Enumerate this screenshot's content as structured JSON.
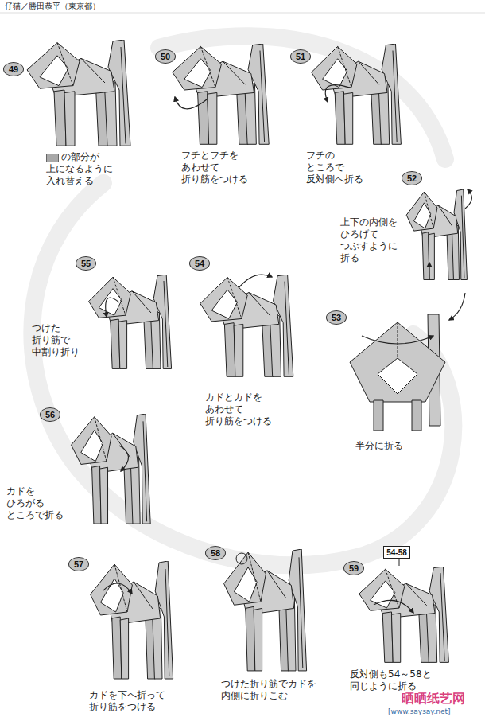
{
  "diagram": {
    "title": "仔猫／勝田恭平（東京都）",
    "nodes": [
      {
        "text": [
          "49"
        ]
      },
      {
        "text": [
          "50"
        ]
      },
      {
        "text": [
          "51"
        ]
      },
      {
        "text": [
          "52"
        ]
      },
      {
        "text": [
          "53"
        ]
      },
      {
        "text": [
          "54"
        ]
      },
      {
        "text": [
          "55"
        ]
      },
      {
        "text": [
          "56"
        ]
      },
      {
        "text": [
          "57"
        ]
      },
      {
        "text": [
          "58"
        ]
      },
      {
        "text": [
          "59"
        ]
      },
      {
        "text": [
          "54-58"
        ]
      }
    ],
    "labels": [
      "フチとフチを あわせて 折り筋をつける",
      "フチの ところで 反対側へ折る",
      "上下の内側を ひろげて つぶすように 折る",
      "半分に折る",
      "カドとカドを あわせて 折り筋をつける",
      "つけた 折り筋で 中割り折り",
      "カドを ひろがる ところで折る",
      "カドを下へ折って 折り筋をつける",
      "つけた折り筋でカドを 内側に折りこむ",
      "反対側も54～58と 同じように折る",
      "晒晒纸艺网",
      "[www.saysay.net]"
    ],
    "legend": [
      {
        "text": "の部分が 上になるように 入れ替える",
        "color": "#a8a8a8"
      }
    ]
  }
}
